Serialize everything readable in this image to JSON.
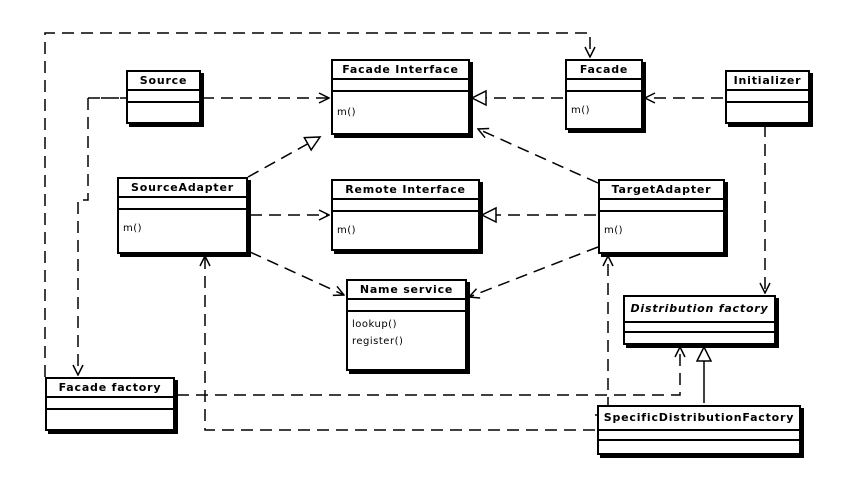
{
  "classes": {
    "source": {
      "name": "Source",
      "operations": []
    },
    "facade_interface": {
      "name": "Facade Interface",
      "operations": [
        "m()"
      ]
    },
    "facade": {
      "name": "Facade",
      "operations": [
        "m()"
      ]
    },
    "initializer": {
      "name": "Initializer",
      "operations": []
    },
    "source_adapter": {
      "name": "SourceAdapter",
      "operations": [
        "m()"
      ]
    },
    "remote_interface": {
      "name": "Remote Interface",
      "operations": [
        "m()"
      ]
    },
    "target_adapter": {
      "name": "TargetAdapter",
      "operations": [
        "m()"
      ]
    },
    "name_service": {
      "name": "Name service",
      "operations": [
        "lookup()",
        "register()"
      ]
    },
    "distribution_factory": {
      "name": "Distribution factory",
      "operations": []
    },
    "facade_factory": {
      "name": "Facade factory",
      "operations": []
    },
    "specific_distribution_factory": {
      "name": "SpecificDistributionFactory",
      "operations": []
    }
  },
  "relationships": [
    {
      "from": "source",
      "to": "facade_interface",
      "kind": "dependency"
    },
    {
      "from": "facade",
      "to": "facade_interface",
      "kind": "realization"
    },
    {
      "from": "initializer",
      "to": "facade",
      "kind": "dependency"
    },
    {
      "from": "initializer",
      "to": "distribution_factory",
      "kind": "dependency"
    },
    {
      "from": "source_adapter",
      "to": "facade_interface",
      "kind": "realization"
    },
    {
      "from": "source_adapter",
      "to": "remote_interface",
      "kind": "dependency"
    },
    {
      "from": "source_adapter",
      "to": "name_service",
      "kind": "dependency"
    },
    {
      "from": "target_adapter",
      "to": "remote_interface",
      "kind": "realization"
    },
    {
      "from": "target_adapter",
      "to": "facade_interface",
      "kind": "dependency"
    },
    {
      "from": "target_adapter",
      "to": "name_service",
      "kind": "dependency"
    },
    {
      "from": "specific_distribution_factory",
      "to": "distribution_factory",
      "kind": "generalization"
    },
    {
      "from": "specific_distribution_factory",
      "to": "source_adapter",
      "kind": "dependency"
    },
    {
      "from": "specific_distribution_factory",
      "to": "target_adapter",
      "kind": "dependency"
    },
    {
      "from": "facade_factory",
      "to": "facade",
      "kind": "dependency"
    },
    {
      "from": "facade_factory",
      "to": "distribution_factory",
      "kind": "dependency"
    },
    {
      "from": "source",
      "to": "facade_factory",
      "kind": "dependency"
    }
  ]
}
